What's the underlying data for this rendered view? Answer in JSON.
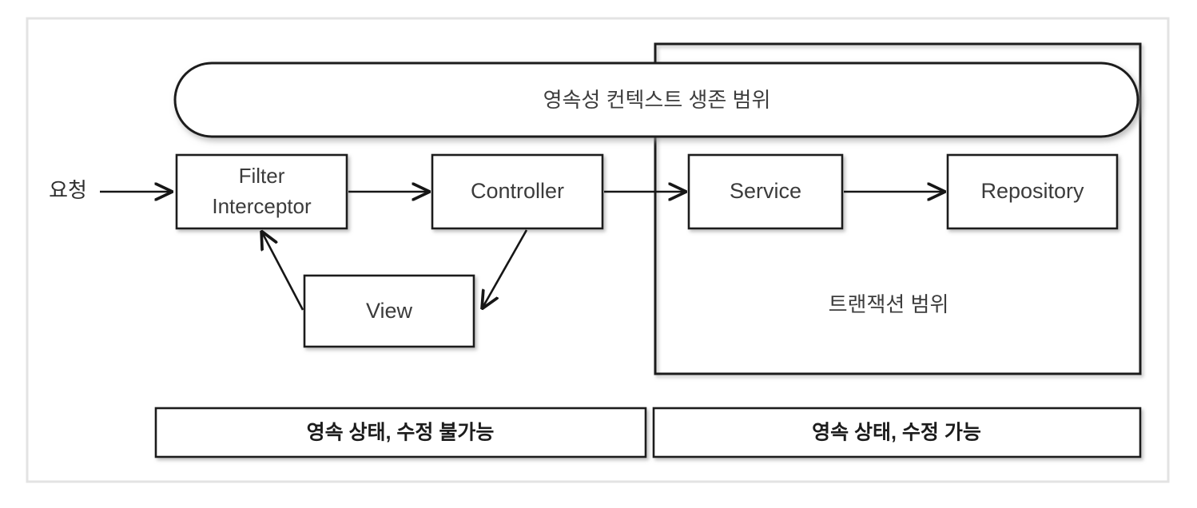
{
  "diagram": {
    "title": "영속성 컨텍스트 생존 범위",
    "entry_label": "요청",
    "nodes": [
      {
        "id": "filter-interceptor",
        "line1": "Filter",
        "line2": "Interceptor"
      },
      {
        "id": "controller",
        "label": "Controller"
      },
      {
        "id": "view",
        "label": "View"
      },
      {
        "id": "service",
        "label": "Service"
      },
      {
        "id": "repository",
        "label": "Repository"
      }
    ],
    "scopes": {
      "persistence_context": "영속성 컨텍스트 생존 범위",
      "transaction": "트랜잭션 범위"
    },
    "state_bars": [
      {
        "id": "left",
        "label": "영속 상태, 수정 불가능"
      },
      {
        "id": "right",
        "label": "영속 상태, 수정 가능"
      }
    ],
    "colors": {
      "stroke": "#1f1f1f",
      "text": "#3b3b3b",
      "frame": "#e3e3e3",
      "background": "#ffffff"
    }
  }
}
